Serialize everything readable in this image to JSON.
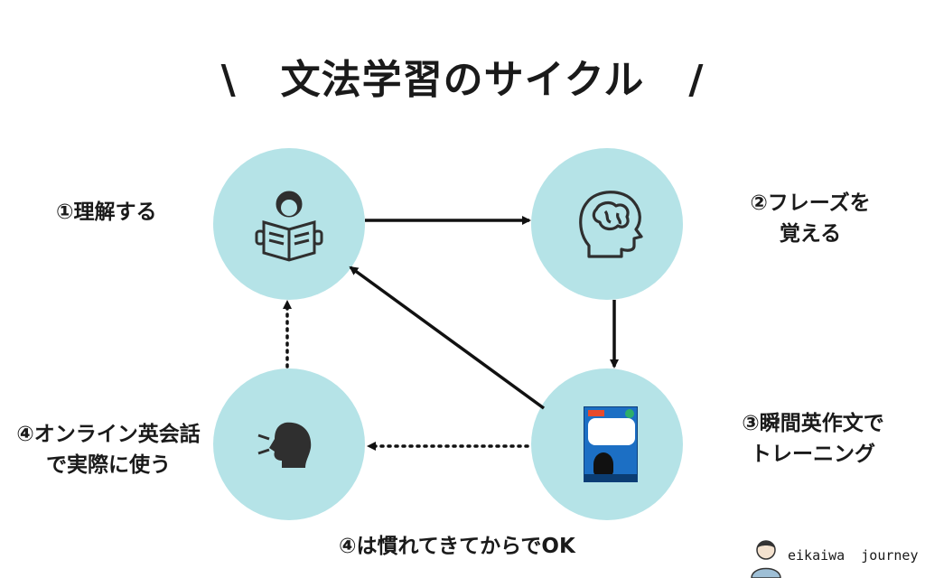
{
  "title": "\\   文法学習のサイクル   /",
  "steps": [
    {
      "lines": [
        "①理解する"
      ],
      "icon": "reading-person-icon"
    },
    {
      "lines": [
        "②フレーズを",
        "覚える"
      ],
      "icon": "brain-head-icon"
    },
    {
      "lines": [
        "③瞬間英作文で",
        "トレーニング"
      ],
      "icon": "book-cover-icon"
    },
    {
      "lines": [
        "④オンライン英会話",
        "で実際に使う"
      ],
      "icon": "speaking-person-icon"
    }
  ],
  "bottom_note": "④は慣れてきてからでOK",
  "brand": {
    "text": "eikaiwa  journey",
    "icon": "avatar-icon"
  },
  "colors": {
    "circle": "#b5e3e7",
    "arrow": "#111111",
    "icon": "#2f2f2f"
  }
}
